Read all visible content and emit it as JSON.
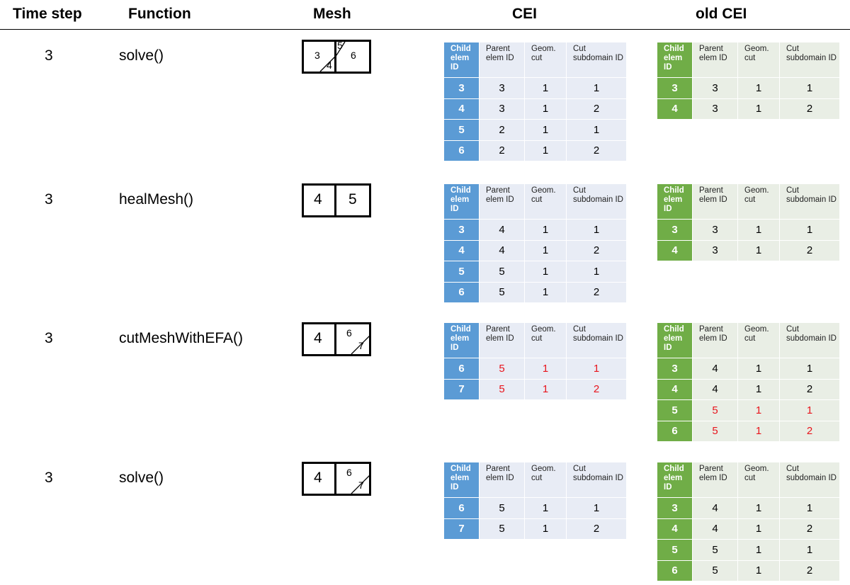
{
  "headers": {
    "time_step": "Time step",
    "function": "Function",
    "mesh": "Mesh",
    "cei": "CEI",
    "old_cei": "old CEI"
  },
  "table_headers": [
    "Child elem ID",
    "Parent elem ID",
    "Geom. cut",
    "Cut subdomain ID"
  ],
  "colors": {
    "cei_key": "#5b9bd5",
    "cei_cell": "#e8ecf5",
    "old_key": "#70ad47",
    "old_cell": "#e9eee5",
    "changed_text": "#e8141c"
  },
  "rows": [
    {
      "time_step": "3",
      "function": "solve()",
      "mesh": {
        "left": {
          "main": "3",
          "sub": "4"
        },
        "right": {
          "main": "6",
          "sub": "5"
        }
      },
      "cei": [
        {
          "child": "3",
          "parent": "3",
          "geom": "1",
          "cut": "1"
        },
        {
          "child": "4",
          "parent": "3",
          "geom": "1",
          "cut": "2"
        },
        {
          "child": "5",
          "parent": "2",
          "geom": "1",
          "cut": "1"
        },
        {
          "child": "6",
          "parent": "2",
          "geom": "1",
          "cut": "2"
        }
      ],
      "old_cei": [
        {
          "child": "3",
          "parent": "3",
          "geom": "1",
          "cut": "1"
        },
        {
          "child": "4",
          "parent": "3",
          "geom": "1",
          "cut": "2"
        }
      ]
    },
    {
      "time_step": "3",
      "function": "healMesh()",
      "mesh": {
        "left": {
          "main": "4"
        },
        "right": {
          "main": "5"
        }
      },
      "cei": [
        {
          "child": "3",
          "parent": "4",
          "geom": "1",
          "cut": "1"
        },
        {
          "child": "4",
          "parent": "4",
          "geom": "1",
          "cut": "2"
        },
        {
          "child": "5",
          "parent": "5",
          "geom": "1",
          "cut": "1"
        },
        {
          "child": "6",
          "parent": "5",
          "geom": "1",
          "cut": "2"
        }
      ],
      "old_cei": [
        {
          "child": "3",
          "parent": "3",
          "geom": "1",
          "cut": "1"
        },
        {
          "child": "4",
          "parent": "3",
          "geom": "1",
          "cut": "2"
        }
      ]
    },
    {
      "time_step": "3",
      "function": "cutMeshWithEFA()",
      "mesh": {
        "left": {
          "main": "4"
        },
        "right": {
          "main": "6",
          "sub": "7"
        }
      },
      "cei": [
        {
          "child": "6",
          "parent": "5",
          "geom": "1",
          "cut": "1",
          "changed": true
        },
        {
          "child": "7",
          "parent": "5",
          "geom": "1",
          "cut": "2",
          "changed": true
        }
      ],
      "old_cei": [
        {
          "child": "3",
          "parent": "4",
          "geom": "1",
          "cut": "1"
        },
        {
          "child": "4",
          "parent": "4",
          "geom": "1",
          "cut": "2"
        },
        {
          "child": "5",
          "parent": "5",
          "geom": "1",
          "cut": "1",
          "changed": true
        },
        {
          "child": "6",
          "parent": "5",
          "geom": "1",
          "cut": "2",
          "changed": true
        }
      ]
    },
    {
      "time_step": "3",
      "function": "solve()",
      "mesh": {
        "left": {
          "main": "4"
        },
        "right": {
          "main": "6",
          "sub": "7"
        }
      },
      "cei": [
        {
          "child": "6",
          "parent": "5",
          "geom": "1",
          "cut": "1"
        },
        {
          "child": "7",
          "parent": "5",
          "geom": "1",
          "cut": "2"
        }
      ],
      "old_cei": [
        {
          "child": "3",
          "parent": "4",
          "geom": "1",
          "cut": "1"
        },
        {
          "child": "4",
          "parent": "4",
          "geom": "1",
          "cut": "2"
        },
        {
          "child": "5",
          "parent": "5",
          "geom": "1",
          "cut": "1"
        },
        {
          "child": "6",
          "parent": "5",
          "geom": "1",
          "cut": "2"
        }
      ]
    }
  ]
}
